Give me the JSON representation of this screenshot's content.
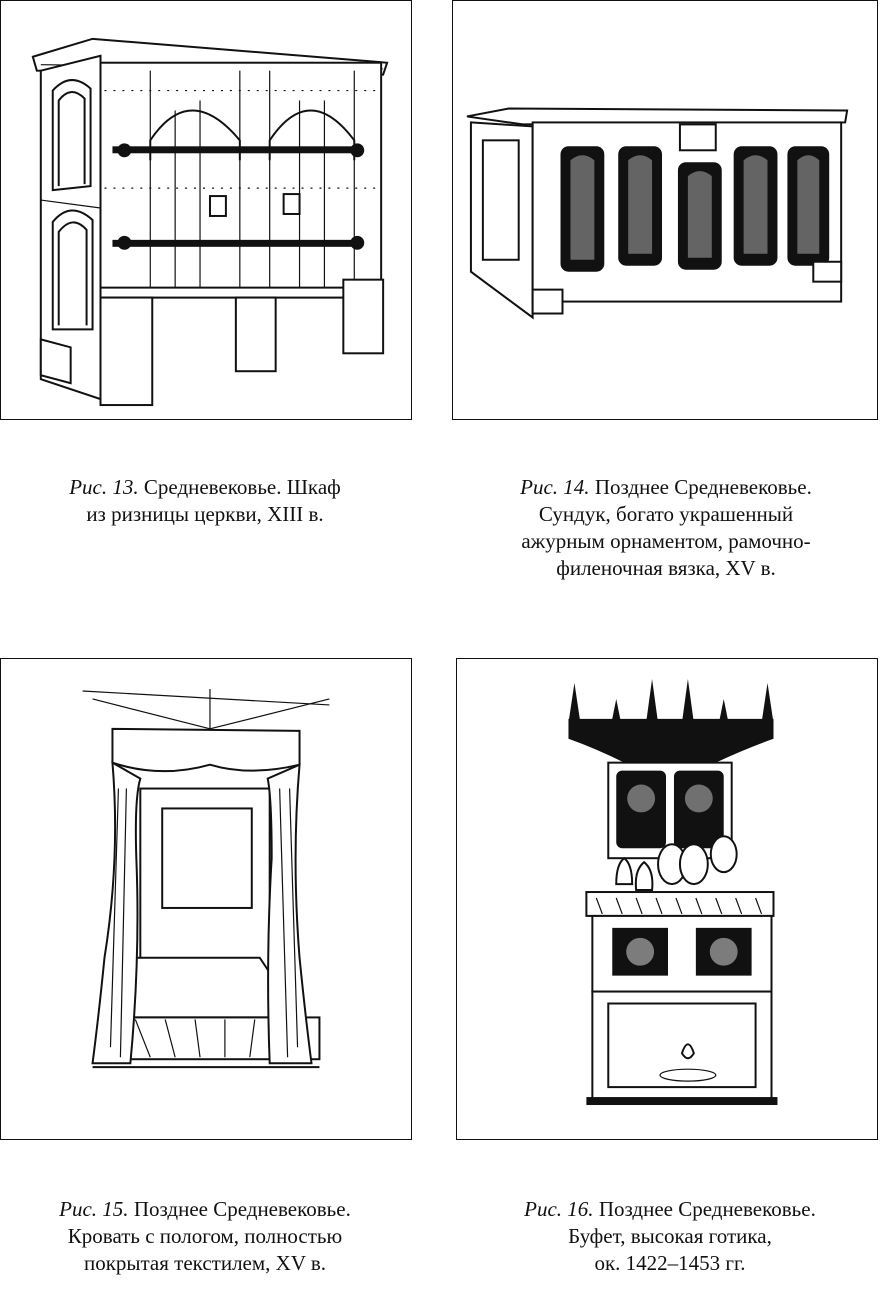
{
  "figures": [
    {
      "label": "Рис. 13.",
      "lines": [
        "Средневековье. Шкаф",
        "из ризницы церкви, XIII в."
      ],
      "illustration_icon": "gothic-cupboard"
    },
    {
      "label": "Рис. 14.",
      "lines": [
        "Позднее Средневековье.",
        "Сундук, богато украшенный",
        "ажурным орнаментом, рамочно-",
        "филеночная вязка, XV в."
      ],
      "illustration_icon": "carved-chest"
    },
    {
      "label": "Рис. 15.",
      "lines": [
        "Позднее Средневековье.",
        "Кровать с пологом, полностью",
        "покрытая текстилем, XV в."
      ],
      "illustration_icon": "canopy-bed"
    },
    {
      "label": "Рис. 16.",
      "lines": [
        "Позднее Средневековье.",
        "Буфет, высокая готика,",
        "ок. 1422–1453 гг."
      ],
      "illustration_icon": "gothic-buffet"
    }
  ]
}
